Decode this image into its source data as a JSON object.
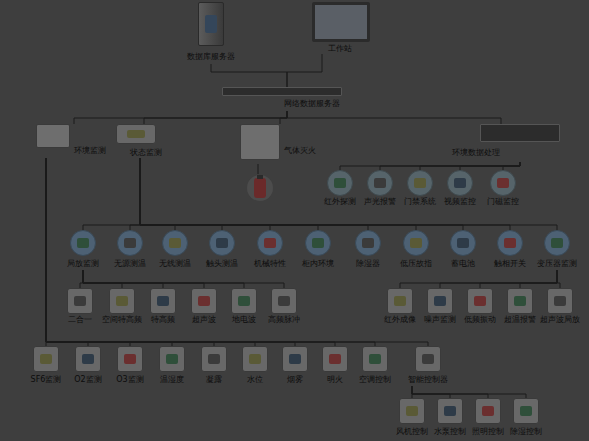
{
  "diagram": {
    "nodes": [
      {
        "text": [
          "数据库服务器"
        ]
      },
      {
        "text": [
          "工作站"
        ]
      },
      {
        "text": [
          "网络数据服务器"
        ]
      },
      {
        "text": [
          "环境监测"
        ]
      },
      {
        "text": [
          "状态监测"
        ]
      },
      {
        "text": [
          "气体灭火"
        ]
      },
      {
        "text": [
          "环境数据处理"
        ]
      },
      {
        "text": [
          "红外探测"
        ]
      },
      {
        "text": [
          "声光报警"
        ]
      },
      {
        "text": [
          "门禁系统"
        ]
      },
      {
        "text": [
          "视频监控"
        ]
      },
      {
        "text": [
          "门磁监控"
        ]
      },
      {
        "text": [
          "局放监测"
        ]
      },
      {
        "text": [
          "无源测温"
        ]
      },
      {
        "text": [
          "无线测温"
        ]
      },
      {
        "text": [
          "触头测温"
        ]
      },
      {
        "text": [
          "机械特性"
        ]
      },
      {
        "text": [
          "柜内环境"
        ]
      },
      {
        "text": [
          "除湿器"
        ]
      },
      {
        "text": [
          "低压故指"
        ]
      },
      {
        "text": [
          "蓄电池"
        ]
      },
      {
        "text": [
          "触相开关"
        ]
      },
      {
        "text": [
          "变压器监测"
        ]
      },
      {
        "text": [
          "二合一"
        ]
      },
      {
        "text": [
          "空间特高频"
        ]
      },
      {
        "text": [
          "特高频"
        ]
      },
      {
        "text": [
          "超声波"
        ]
      },
      {
        "text": [
          "地电波"
        ]
      },
      {
        "text": [
          "高频脉冲"
        ]
      },
      {
        "text": [
          "红外成像"
        ]
      },
      {
        "text": [
          "噪声监测"
        ]
      },
      {
        "text": [
          "低频振动"
        ]
      },
      {
        "text": [
          "超温报警"
        ]
      },
      {
        "text": [
          "超声波局放"
        ]
      },
      {
        "text": [
          "SF6监测"
        ]
      },
      {
        "text": [
          "O2监测"
        ]
      },
      {
        "text": [
          "O3监测"
        ]
      },
      {
        "text": [
          "温湿度"
        ]
      },
      {
        "text": [
          "凝露"
        ]
      },
      {
        "text": [
          "水位"
        ]
      },
      {
        "text": [
          "烟雾"
        ]
      },
      {
        "text": [
          "明火"
        ]
      },
      {
        "text": [
          "空调控制"
        ]
      },
      {
        "text": [
          "智能控制器"
        ]
      },
      {
        "text": [
          "风机控制"
        ]
      },
      {
        "text": [
          "水泵控制"
        ]
      },
      {
        "text": [
          "照明控制"
        ]
      },
      {
        "text": [
          "除湿控制"
        ]
      }
    ],
    "edges": [
      {
        "from": 0,
        "to": 2,
        "arrow": "none"
      },
      {
        "from": 1,
        "to": 2,
        "arrow": "none"
      },
      {
        "from": 2,
        "to": 3,
        "arrow": "none"
      },
      {
        "from": 2,
        "to": 4,
        "arrow": "none"
      },
      {
        "from": 2,
        "to": 5,
        "arrow": "none"
      },
      {
        "from": 2,
        "to": 6,
        "arrow": "none"
      },
      {
        "from": 6,
        "to": 7,
        "arrow": "none"
      },
      {
        "from": 6,
        "to": 8,
        "arrow": "none"
      },
      {
        "from": 6,
        "to": 9,
        "arrow": "none"
      },
      {
        "from": 6,
        "to": 10,
        "arrow": "none"
      },
      {
        "from": 6,
        "to": 11,
        "arrow": "none"
      },
      {
        "from": 4,
        "to": 12,
        "arrow": "none"
      },
      {
        "from": 4,
        "to": 13,
        "arrow": "none"
      },
      {
        "from": 4,
        "to": 14,
        "arrow": "none"
      },
      {
        "from": 4,
        "to": 15,
        "arrow": "none"
      },
      {
        "from": 4,
        "to": 16,
        "arrow": "none"
      },
      {
        "from": 4,
        "to": 17,
        "arrow": "none"
      },
      {
        "from": 4,
        "to": 18,
        "arrow": "none"
      },
      {
        "from": 4,
        "to": 19,
        "arrow": "none"
      },
      {
        "from": 4,
        "to": 20,
        "arrow": "none"
      },
      {
        "from": 4,
        "to": 21,
        "arrow": "none"
      },
      {
        "from": 4,
        "to": 22,
        "arrow": "none"
      },
      {
        "from": 12,
        "to": 23,
        "arrow": "none"
      },
      {
        "from": 12,
        "to": 24,
        "arrow": "none"
      },
      {
        "from": 12,
        "to": 25,
        "arrow": "none"
      },
      {
        "from": 12,
        "to": 26,
        "arrow": "none"
      },
      {
        "from": 12,
        "to": 27,
        "arrow": "none"
      },
      {
        "from": 12,
        "to": 28,
        "arrow": "none"
      },
      {
        "from": 22,
        "to": 29,
        "arrow": "none"
      },
      {
        "from": 22,
        "to": 30,
        "arrow": "none"
      },
      {
        "from": 22,
        "to": 31,
        "arrow": "none"
      },
      {
        "from": 22,
        "to": 32,
        "arrow": "none"
      },
      {
        "from": 22,
        "to": 33,
        "arrow": "none"
      },
      {
        "from": 3,
        "to": 34,
        "arrow": "none"
      },
      {
        "from": 3,
        "to": 35,
        "arrow": "none"
      },
      {
        "from": 3,
        "to": 36,
        "arrow": "none"
      },
      {
        "from": 3,
        "to": 37,
        "arrow": "none"
      },
      {
        "from": 3,
        "to": 38,
        "arrow": "none"
      },
      {
        "from": 3,
        "to": 39,
        "arrow": "none"
      },
      {
        "from": 3,
        "to": 40,
        "arrow": "none"
      },
      {
        "from": 3,
        "to": 41,
        "arrow": "none"
      },
      {
        "from": 3,
        "to": 42,
        "arrow": "none"
      },
      {
        "from": 3,
        "to": 43,
        "arrow": "none"
      },
      {
        "from": 43,
        "to": 44,
        "arrow": "none"
      },
      {
        "from": 43,
        "to": 45,
        "arrow": "none"
      },
      {
        "from": 43,
        "to": 46,
        "arrow": "none"
      },
      {
        "from": 43,
        "to": 47,
        "arrow": "none"
      }
    ]
  }
}
